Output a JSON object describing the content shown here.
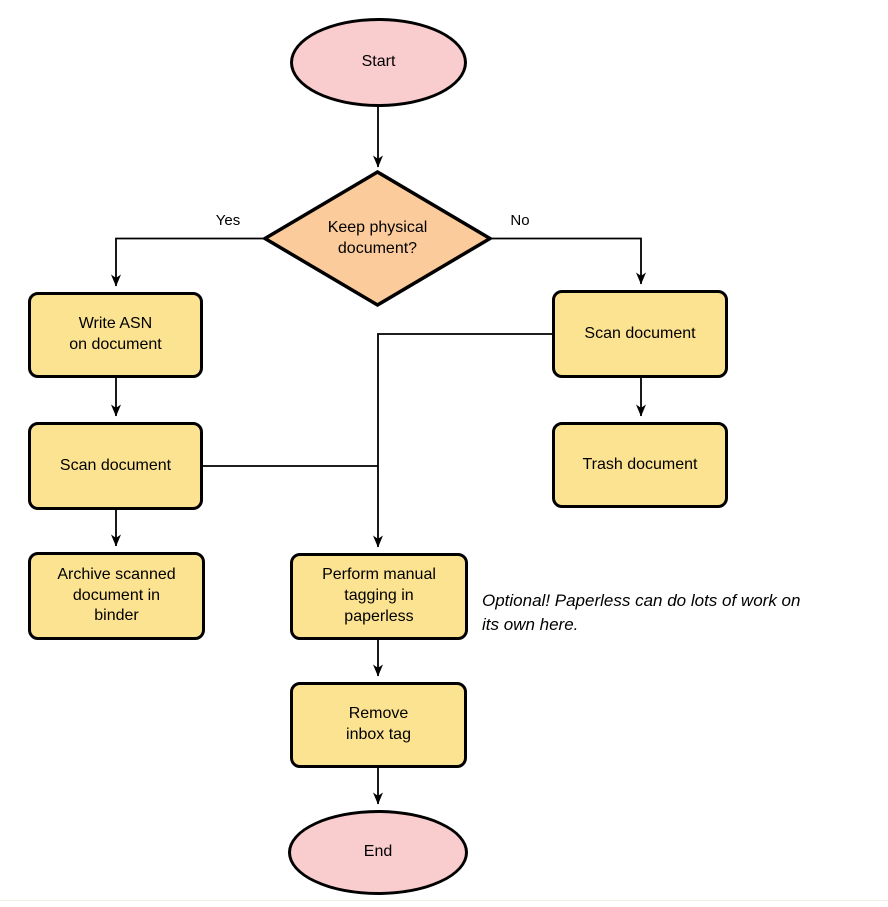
{
  "nodes": {
    "start": {
      "label": "Start"
    },
    "decision": {
      "label": "Keep physical\ndocument?"
    },
    "write_asn": {
      "label": "Write ASN\non document"
    },
    "scan_left": {
      "label": "Scan document"
    },
    "archive": {
      "label": "Archive scanned\ndocument in\nbinder"
    },
    "scan_right": {
      "label": "Scan document"
    },
    "trash": {
      "label": "Trash document"
    },
    "perform_tagging": {
      "label": "Perform manual\ntagging in\npaperless"
    },
    "remove_inbox": {
      "label": "Remove\ninbox tag"
    },
    "end": {
      "label": "End"
    }
  },
  "edge_labels": {
    "yes": "Yes",
    "no": "No"
  },
  "annotation": {
    "text": "Optional! Paperless can do lots of work on\nits own here."
  },
  "colors": {
    "process_fill": "#fce392",
    "decision_fill": "#fbcb9c",
    "terminal_fill": "#f9cccd",
    "outline": "#000000",
    "connector": "#000000",
    "background": "#ffffff",
    "footer_divider": "#f1ede4"
  }
}
